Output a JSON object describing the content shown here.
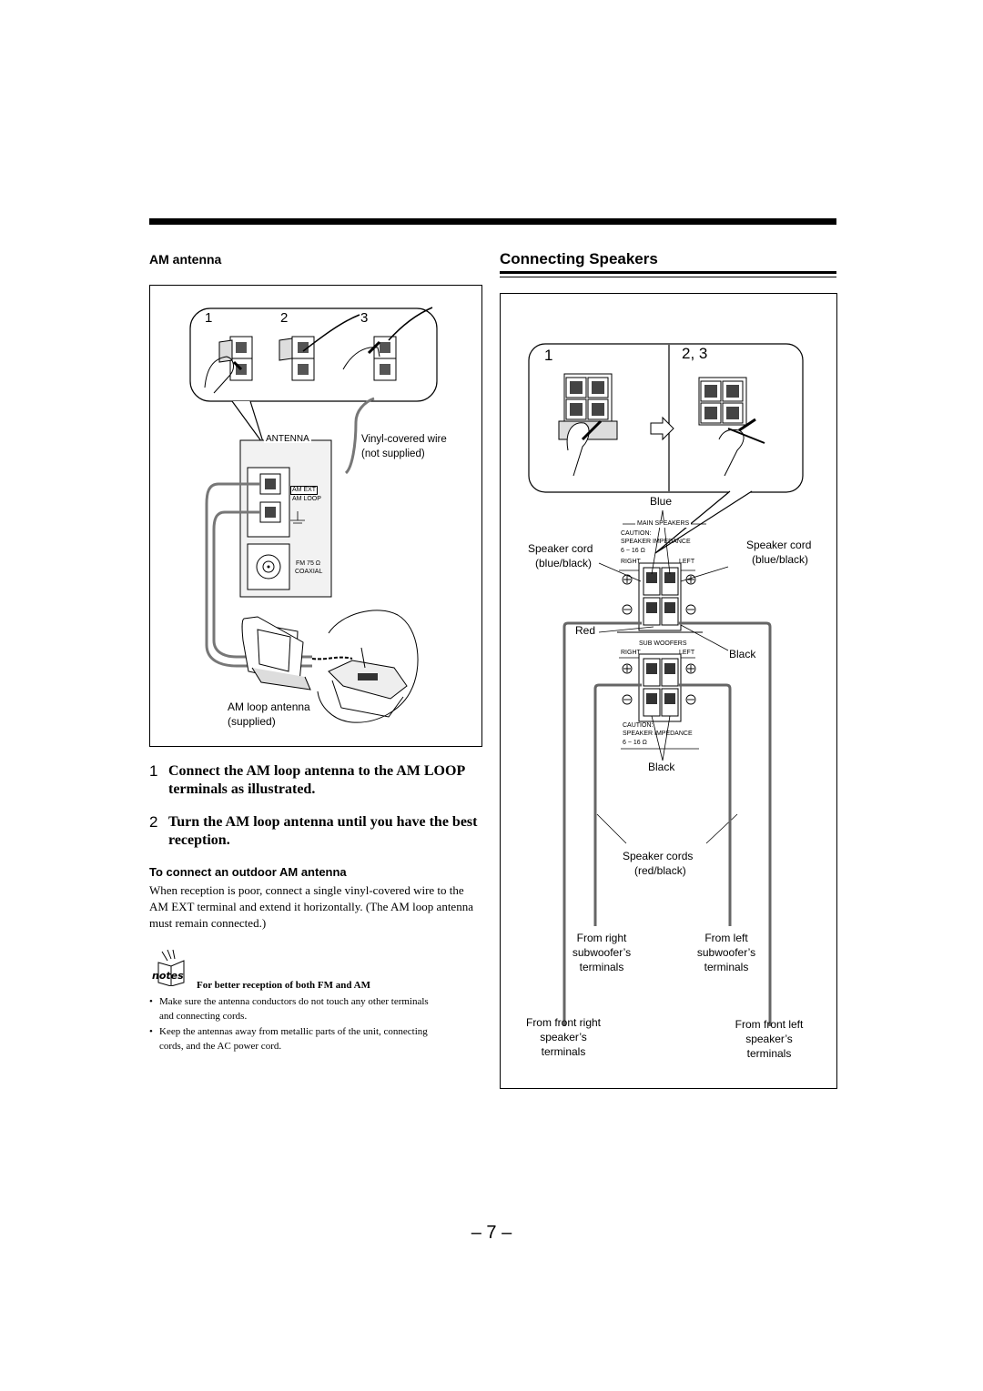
{
  "am_section": {
    "heading": "AM antenna",
    "fig_steps": [
      "1",
      "2",
      "3"
    ],
    "fig_labels": {
      "antenna": "ANTENNA",
      "vinyl_wire": "Vinyl-covered wire",
      "not_supplied": "(not supplied)",
      "am_ext": "AM EXT",
      "am_loop": "AM LOOP",
      "fm75": "FM 75 Ω",
      "coaxial": "COAXIAL",
      "loop_antenna": "AM loop antenna",
      "supplied": "(supplied)"
    },
    "steps": [
      {
        "num": "1",
        "text": "Connect the AM loop antenna to the AM LOOP terminals as illustrated."
      },
      {
        "num": "2",
        "text": "Turn the AM loop antenna until you have the best reception."
      }
    ],
    "outdoor_heading": "To connect an outdoor AM antenna",
    "outdoor_text": "When reception is poor, connect a single vinyl-covered wire to the AM EXT terminal and extend it horizontally. (The AM loop antenna must remain connected.)",
    "notes_icon": "notes",
    "notes_title": "For better reception of both FM and AM",
    "notes": [
      "Make sure the antenna conductors do not touch any other terminals and connecting cords.",
      "Keep the antennas away from metallic parts of the unit, connecting cords, and the AC power cord."
    ]
  },
  "speakers_section": {
    "heading": "Connecting Speakers",
    "fig_steps": [
      "1",
      "2, 3"
    ],
    "labels": {
      "blue": "Blue",
      "main_speakers": "MAIN SPEAKERS",
      "caution": "CAUTION:",
      "speaker_impedance": "SPEAKER IMPEDANCE",
      "ohms": "6 ~ 16 Ω",
      "right": "RIGHT",
      "left": "LEFT",
      "speaker_cord_left": "Speaker cord",
      "blue_black_left": "(blue/black)",
      "speaker_cord_right": "Speaker cord",
      "blue_black_right": "(blue/black)",
      "red": "Red",
      "sub_woofers": "SUB WOOFERS",
      "black_right": "Black",
      "caution2": "CAUTION:",
      "speaker_impedance2": "SPEAKER IMPEDANCE",
      "ohms2": "6 ~ 16 Ω",
      "black_bottom": "Black",
      "speaker_cords": "Speaker cords",
      "red_black": "(red/black)",
      "from_right_sub": [
        "From right",
        "subwoofer’s",
        "terminals"
      ],
      "from_left_sub": [
        "From left",
        "subwoofer’s",
        "terminals"
      ],
      "from_front_right": [
        "From front right",
        "speaker’s",
        "terminals"
      ],
      "from_front_left": [
        "From front left",
        "speaker’s",
        "terminals"
      ]
    }
  },
  "page_number": "– 7 –"
}
